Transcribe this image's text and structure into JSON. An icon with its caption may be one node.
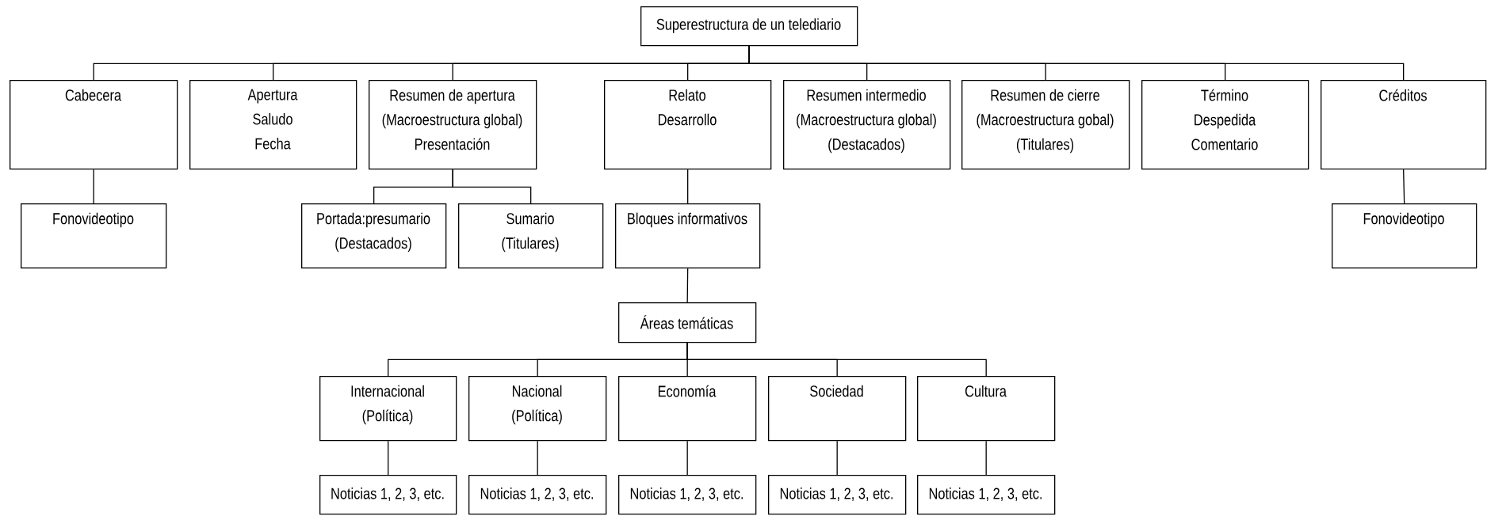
{
  "diagram": {
    "nodes": [
      {
        "text": [
          "Superestructura de un telediario"
        ]
      },
      {
        "text": [
          "Cabecera"
        ]
      },
      {
        "text": [
          "Apertura",
          "Saludo",
          "Fecha"
        ]
      },
      {
        "text": [
          "Resumen de apertura",
          "(Macroestructura global)",
          "Presentación"
        ]
      },
      {
        "text": [
          "Relato",
          "Desarrollo"
        ]
      },
      {
        "text": [
          "Resumen intermedio",
          "(Macroestructura global)",
          "(Destacados)"
        ]
      },
      {
        "text": [
          "Resumen de cierre",
          "(Macroestructura gobal)",
          "(Titulares)"
        ]
      },
      {
        "text": [
          "Término",
          "Despedida",
          "Comentario"
        ]
      },
      {
        "text": [
          "Créditos"
        ]
      },
      {
        "text": [
          "Fonovideotipo"
        ]
      },
      {
        "text": [
          "Portada:presumario",
          "(Destacados)"
        ]
      },
      {
        "text": [
          "Sumario",
          "(Titulares)"
        ]
      },
      {
        "text": [
          "Bloques informativos"
        ]
      },
      {
        "text": [
          "Fonovideotipo"
        ]
      },
      {
        "text": [
          "Áreas temáticas"
        ]
      },
      {
        "text": [
          "Internacional",
          "(Política)"
        ]
      },
      {
        "text": [
          "Nacional",
          "(Política)"
        ]
      },
      {
        "text": [
          "Economía"
        ]
      },
      {
        "text": [
          "Sociedad"
        ]
      },
      {
        "text": [
          "Cultura"
        ]
      },
      {
        "text": [
          "Noticias 1, 2, 3, etc."
        ]
      },
      {
        "text": [
          "Noticias 1, 2, 3, etc."
        ]
      },
      {
        "text": [
          "Noticias 1, 2, 3, etc."
        ]
      },
      {
        "text": [
          "Noticias 1, 2, 3, etc."
        ]
      },
      {
        "text": [
          "Noticias 1, 2, 3, etc."
        ]
      }
    ],
    "edges": [
      {
        "from": 0,
        "to": 1,
        "arrow": "none"
      },
      {
        "from": 0,
        "to": 2,
        "arrow": "none"
      },
      {
        "from": 0,
        "to": 3,
        "arrow": "none"
      },
      {
        "from": 0,
        "to": 4,
        "arrow": "none"
      },
      {
        "from": 0,
        "to": 5,
        "arrow": "none"
      },
      {
        "from": 0,
        "to": 6,
        "arrow": "none"
      },
      {
        "from": 0,
        "to": 7,
        "arrow": "none"
      },
      {
        "from": 0,
        "to": 8,
        "arrow": "none"
      },
      {
        "from": 1,
        "to": 9,
        "arrow": "none"
      },
      {
        "from": 3,
        "to": 10,
        "arrow": "none"
      },
      {
        "from": 3,
        "to": 11,
        "arrow": "none"
      },
      {
        "from": 4,
        "to": 12,
        "arrow": "none"
      },
      {
        "from": 8,
        "to": 13,
        "arrow": "none"
      },
      {
        "from": 12,
        "to": 14,
        "arrow": "none"
      },
      {
        "from": 14,
        "to": 15,
        "arrow": "none"
      },
      {
        "from": 14,
        "to": 16,
        "arrow": "none"
      },
      {
        "from": 14,
        "to": 17,
        "arrow": "none"
      },
      {
        "from": 14,
        "to": 18,
        "arrow": "none"
      },
      {
        "from": 14,
        "to": 19,
        "arrow": "none"
      },
      {
        "from": 15,
        "to": 20,
        "arrow": "none"
      },
      {
        "from": 16,
        "to": 21,
        "arrow": "none"
      },
      {
        "from": 17,
        "to": 22,
        "arrow": "none"
      },
      {
        "from": 18,
        "to": 23,
        "arrow": "none"
      },
      {
        "from": 19,
        "to": 24,
        "arrow": "none"
      }
    ]
  }
}
